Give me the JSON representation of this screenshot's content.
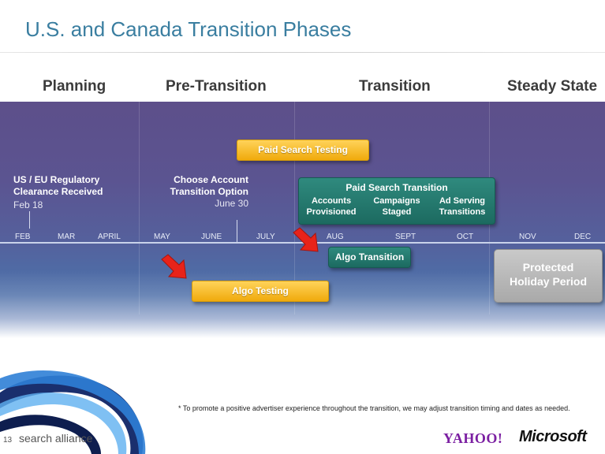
{
  "title": "U.S. and Canada Transition Phases",
  "phases": [
    "Planning",
    "Pre-Transition",
    "Transition",
    "Steady State"
  ],
  "months": [
    "FEB",
    "MAR",
    "APRIL",
    "MAY",
    "JUNE",
    "JULY",
    "AUG",
    "SEPT",
    "OCT",
    "NOV",
    "DEC"
  ],
  "milestones": {
    "regulatory": {
      "line1": "US / EU Regulatory",
      "line2": "Clearance Received",
      "date": "Feb 18"
    },
    "account": {
      "line1": "Choose Account",
      "line2": "Transition Option",
      "date": "June 30"
    }
  },
  "bars": {
    "paid_search_testing": "Paid Search Testing",
    "paid_search_transition": {
      "title": "Paid Search Transition",
      "steps": [
        {
          "line1": "Accounts",
          "line2": "Provisioned"
        },
        {
          "line1": "Campaigns",
          "line2": "Staged"
        },
        {
          "line1": "Ad Serving",
          "line2": "Transitions"
        }
      ]
    },
    "algo_transition": "Algo Transition",
    "algo_testing": "Algo Testing",
    "protected": {
      "line1": "Protected",
      "line2": "Holiday Period"
    }
  },
  "footnote": "* To promote a positive advertiser experience throughout the transition, we may adjust transition timing and dates as needed.",
  "footer": {
    "page_number": "13",
    "brand": "search alliance",
    "logo_yahoo": "YAHOO!",
    "logo_microsoft": "Microsoft"
  },
  "colors": {
    "title": "#3a7ea0",
    "band": "#5b5491",
    "yellow_bar": "#f0aa0c",
    "green_bar": "#1c6a60",
    "grey_bar": "#a9a9a9",
    "arrow": "#e8231a"
  }
}
